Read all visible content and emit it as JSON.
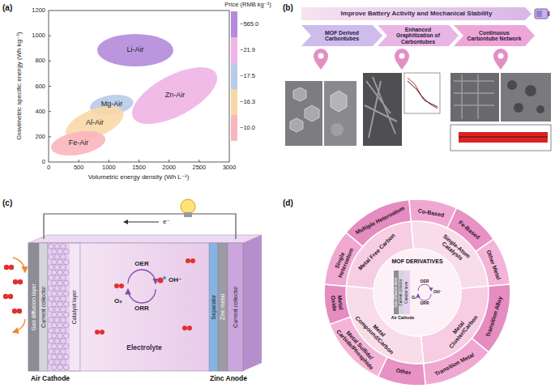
{
  "diagram": {
    "nodes": [
      {
        "text": [
          "Li-Air"
        ]
      },
      {
        "text": [
          "Zn-Air"
        ]
      },
      {
        "text": [
          "Mg-Air"
        ]
      },
      {
        "text": [
          "Al-Air"
        ]
      },
      {
        "text": [
          "Fe-Air"
        ]
      },
      {
        "text": [
          "Improve Battery Activity and Mechanical Stability"
        ]
      },
      {
        "text": [
          "MOF Derived Carbontubes"
        ]
      },
      {
        "text": [
          "Enhanced Graphitization of Carbontubes"
        ]
      },
      {
        "text": [
          "Continuous Carbontube Network"
        ]
      },
      {
        "text": [
          "Gas diffusion layer"
        ]
      },
      {
        "text": [
          "Current collector"
        ]
      },
      {
        "text": [
          "Catalyst layer"
        ]
      },
      {
        "text": [
          "Separator"
        ]
      },
      {
        "text": [
          "Zinc metal"
        ]
      },
      {
        "text": [
          "Current collector"
        ]
      },
      {
        "text": [
          "Metal Free Carbon"
        ]
      },
      {
        "text": [
          "Single-Atom Catalysts"
        ]
      },
      {
        "text": [
          "Metal Cluster/Carbon"
        ]
      },
      {
        "text": [
          "Metal Compound/Carbon"
        ]
      },
      {
        "text": [
          "Multiple Heteroatom"
        ]
      },
      {
        "text": [
          "Co-Based"
        ]
      },
      {
        "text": [
          "Fe-Based"
        ]
      },
      {
        "text": [
          "Other Metal"
        ]
      },
      {
        "text": [
          "Transition Alloy"
        ]
      },
      {
        "text": [
          "Transition Metal"
        ]
      },
      {
        "text": [
          "Other"
        ]
      },
      {
        "text": [
          "Metal Sulfide/ Carbide/Phosphide"
        ]
      },
      {
        "text": [
          "Metal Oxide"
        ]
      },
      {
        "text": [
          "Single Heteroatom"
        ]
      }
    ],
    "labels": [
      "(a)",
      "Price (RMB kg⁻¹)",
      "0",
      "200",
      "400",
      "600",
      "800",
      "1000",
      "1200",
      "0",
      "500",
      "1000",
      "1500",
      "2000",
      "2500",
      "3000",
      "Volumetric energy density (Wh L⁻¹)",
      "Gravimetric specific energy (Wh kg⁻¹)",
      "(b)",
      "(c)",
      "e⁻",
      "OER",
      "OH⁻",
      "ORR",
      "O₂",
      "Electrolyte",
      "Air Cathode",
      "Zinc Anode",
      "(d)",
      "MOF DERIVATIVES",
      "Gas diffusion layer",
      "Current collector",
      "Catalyst layer",
      "OER",
      "OH⁻",
      "ORR",
      "O₂",
      "Air Cathode"
    ],
    "legend": [
      {
        "text": "~565.0",
        "color": "#b48bdc"
      },
      {
        "text": "~21.9",
        "color": "#f0b4e6"
      },
      {
        "text": "~17.5",
        "color": "#b8cbe8"
      },
      {
        "text": "~16.3",
        "color": "#f8d8a6"
      },
      {
        "text": "~10.0",
        "color": "#f9b6be"
      }
    ]
  }
}
